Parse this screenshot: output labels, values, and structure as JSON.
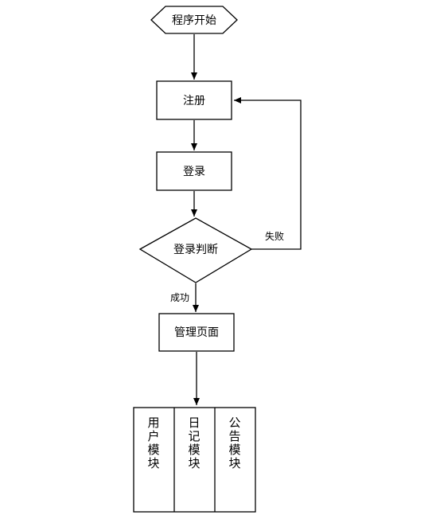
{
  "nodes": {
    "start": "程序开始",
    "register": "注册",
    "login": "登录",
    "login_check": "登录判断",
    "admin_page": "管理页面"
  },
  "edges": {
    "success": "成功",
    "fail": "失败"
  },
  "modules": [
    "用户模块",
    "日记模块",
    "公告模块"
  ]
}
